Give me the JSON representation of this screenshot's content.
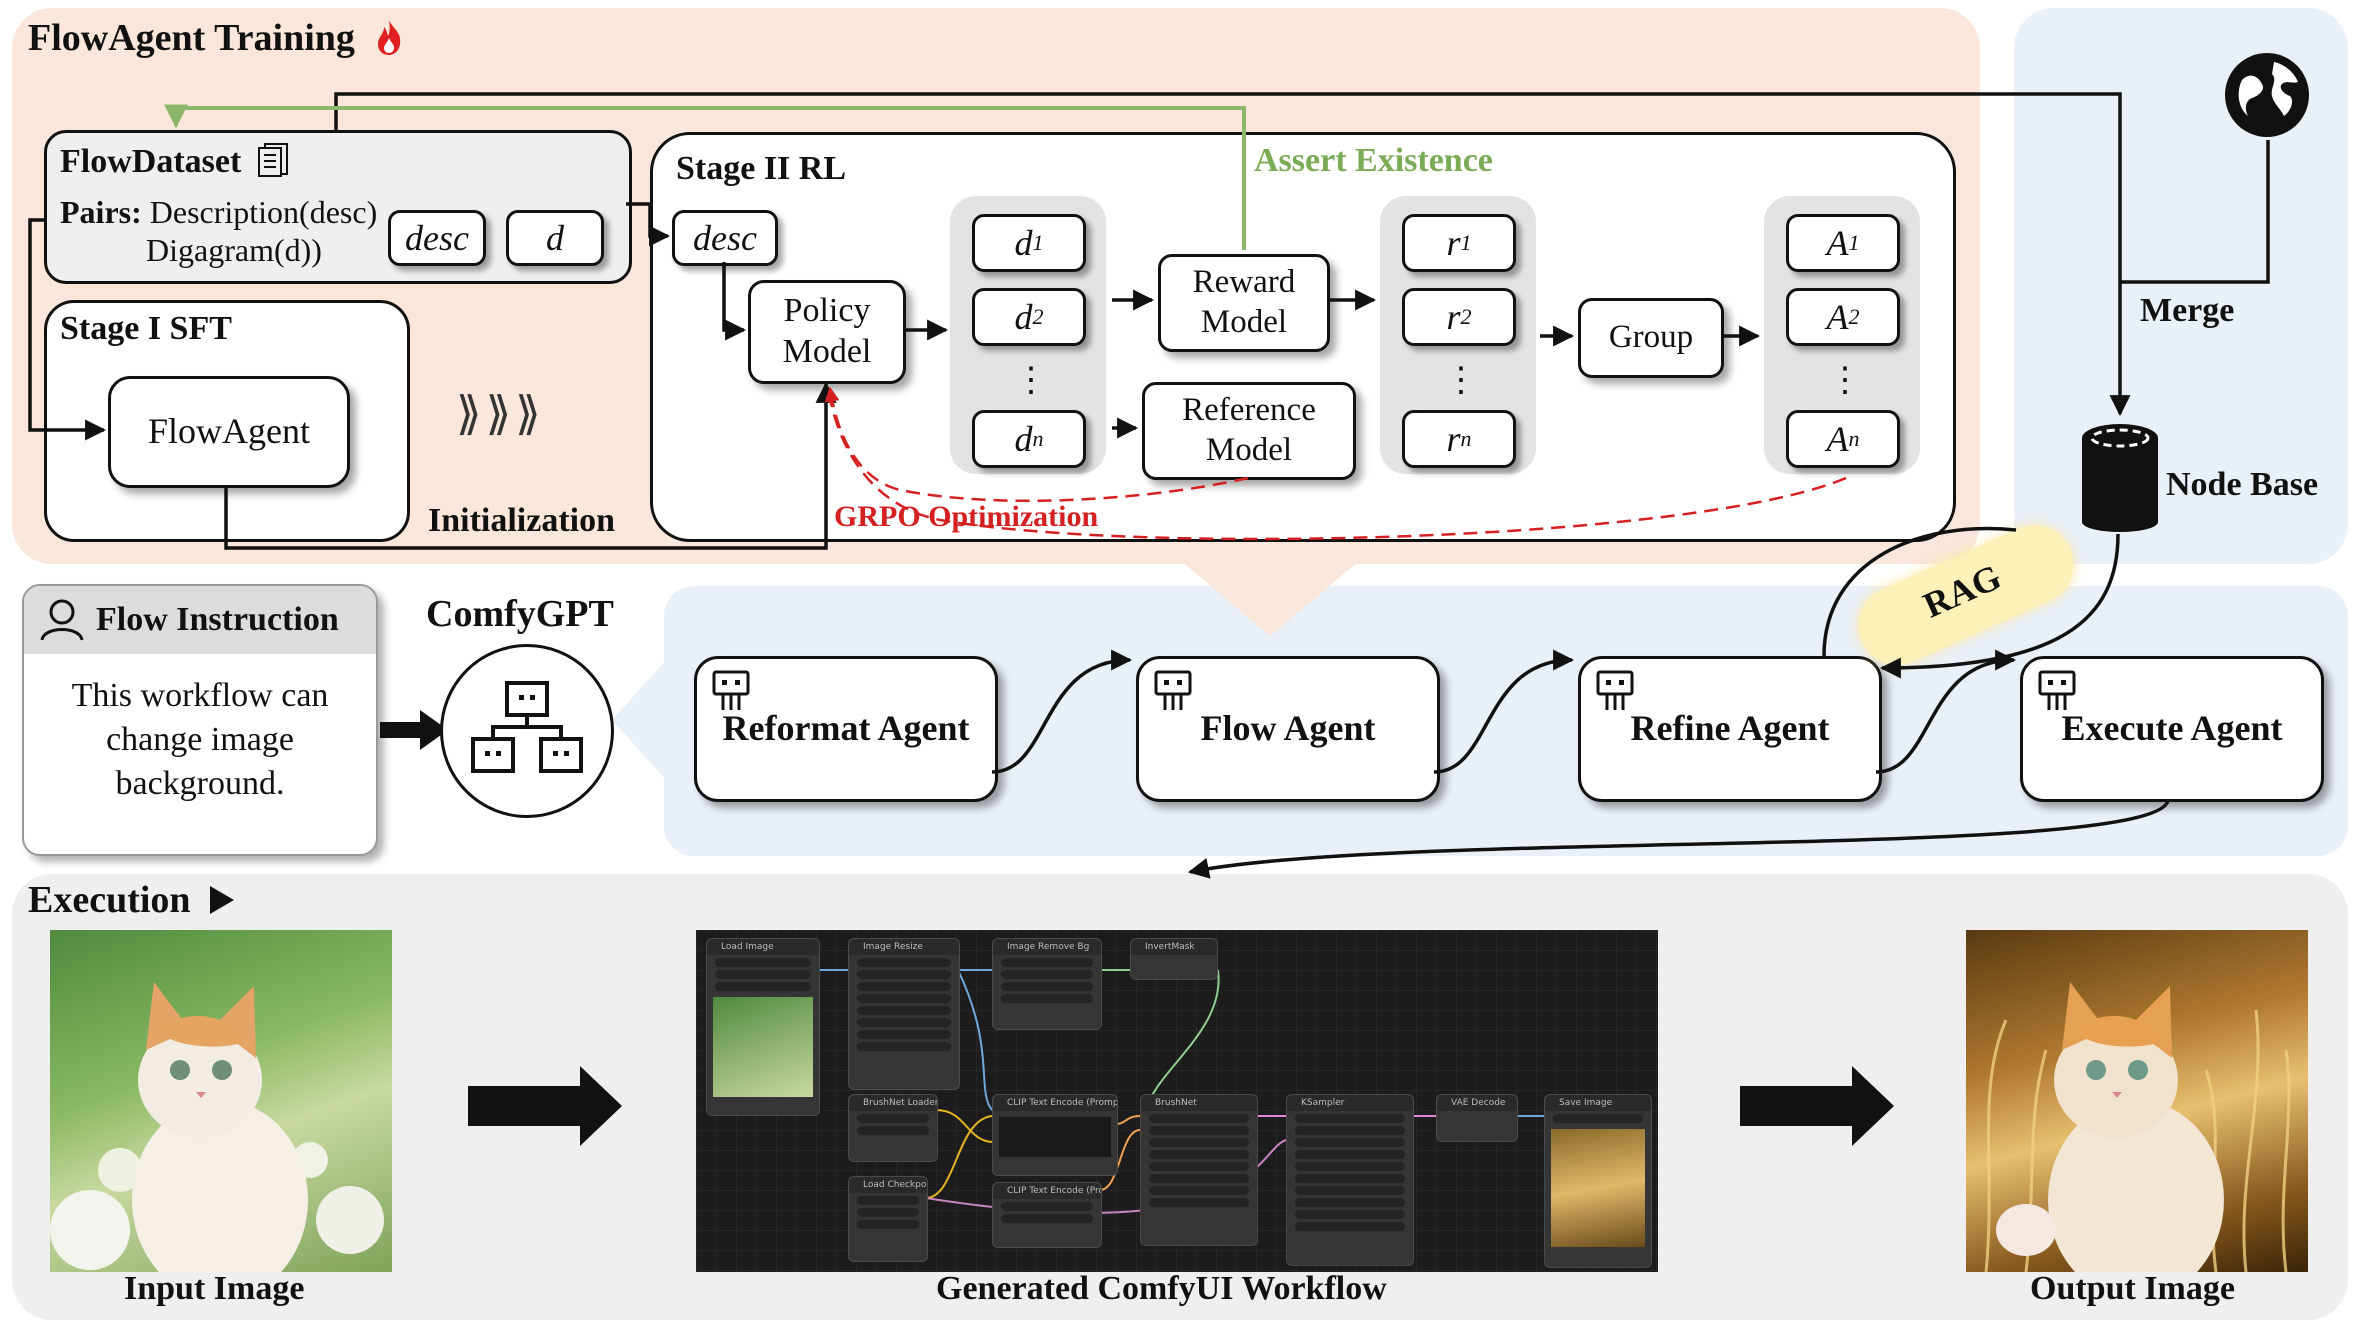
{
  "training": {
    "title": "FlowAgent Training",
    "dataset": {
      "title": "FlowDataset",
      "pairs_label": "Pairs:",
      "pairs_line1": "Description(desc)",
      "pairs_line2": "Digagram(d))",
      "tag_desc": "desc",
      "tag_d": "d"
    },
    "sft": {
      "title": "Stage I SFT",
      "flowagent": "FlowAgent",
      "init_label": "Initialization"
    },
    "rl": {
      "title": "Stage II RL",
      "desc": "desc",
      "policy": "Policy Model",
      "d_items": [
        "d1",
        "d2",
        "⋮",
        "dn"
      ],
      "reward": "Reward Model",
      "reference": "Reference Model",
      "r_items": [
        "r1",
        "r2",
        "⋮",
        "rn"
      ],
      "group": "Group",
      "a_items": [
        "A1",
        "A2",
        "⋮",
        "An"
      ],
      "assert_label": "Assert Existence",
      "grpo_label": "GRPO Optimization"
    },
    "merge_label": "Merge",
    "node_base_label": "Node Base"
  },
  "pipeline": {
    "instruction_title": "Flow Instruction",
    "instruction_text": "This workflow can change image background.",
    "comfygpt_label": "ComfyGPT",
    "rag_label": "RAG",
    "agents": [
      "Reformat Agent",
      "Flow Agent",
      "Refine Agent",
      "Execute Agent"
    ]
  },
  "execution": {
    "title": "Execution",
    "input_caption": "Input Image",
    "workflow_caption": "Generated ComfyUI Workflow",
    "output_caption": "Output Image",
    "workflow_nodes": [
      "Load Image",
      "Image Resize",
      "Image Remove Bg",
      "InvertMask",
      "BrushNet Loader",
      "CLIP Text Encode (Prompt)",
      "BrushNet",
      "KSampler",
      "VAE Decode",
      "Save Image",
      "Load Checkpoint",
      "CLIP Text Encode (Prompt)"
    ]
  },
  "colors": {
    "training_bg": "#fae6da",
    "pipeline_bg": "#eaf0f8",
    "execution_bg": "#efefef",
    "assert_green": "#8db86b",
    "grpo_red": "#d42020",
    "rag_yellow": "#fdf0b8"
  }
}
